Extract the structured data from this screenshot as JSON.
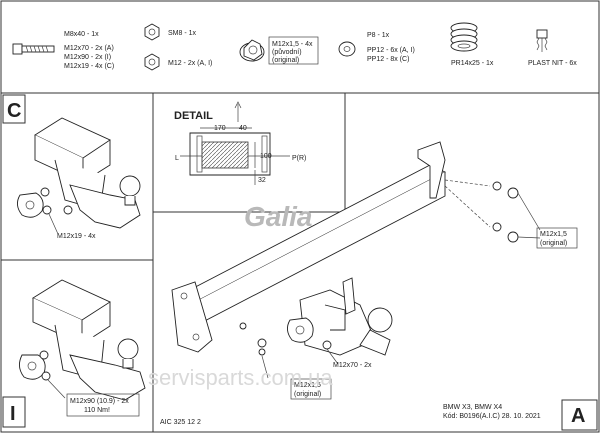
{
  "parts_header": {
    "bolt": {
      "lines": [
        "M8x40 - 1x",
        "M12x70 - 2x (A)",
        "M12x90 - 2x (I)",
        "M12x19 - 4x (C)"
      ],
      "icon": "bolt-icon"
    },
    "nut_sm8": {
      "label": "SM8 - 1x",
      "icon": "nut-icon"
    },
    "nut_m12": {
      "label": "M12 - 2x (A, I)",
      "icon": "nut-icon"
    },
    "flange_nut": {
      "lines": [
        "M12x1,5 - 4x",
        "(původní)",
        "(original)"
      ],
      "icon": "flange-nut-icon"
    },
    "washer": {
      "lines": [
        "P8 - 1x",
        "PP12 - 6x (A, I)",
        "PP12 - 8x (C)"
      ],
      "icon": "washer-icon"
    },
    "spring_washer": {
      "label": "PR14x25 - 1x",
      "icon": "spring-washer-icon"
    },
    "plastic_rivet": {
      "label": "PLAST NIT - 6x",
      "icon": "rivet-icon"
    }
  },
  "panels": {
    "c": {
      "letter": "C",
      "callout": "M12x19 - 4x"
    },
    "i": {
      "letter": "I",
      "callout_lines": [
        "M12x90 (10.9) - 2x",
        "110 Nm!"
      ]
    },
    "a": {
      "letter": "A",
      "callout": "M12x70 - 2x",
      "flange_callout_lines": [
        "M12x1,5",
        "(original)"
      ],
      "flange_callout_top_lines": [
        "M12x1,5",
        "(original)"
      ]
    }
  },
  "detail": {
    "title": "DETAIL",
    "dim_left": "170",
    "dim_right": "40",
    "dim_vert": "100",
    "dim_bottom": "32",
    "left_label": "L",
    "right_label": "P(R)"
  },
  "brand": "Galia",
  "watermark": "servisparts.com.ua",
  "footer": {
    "code": "AIC 325 12 2",
    "vehicle": "BMW X3, BMW X4",
    "kod": "Kód: B0196(A.I.C)  28. 10. 2021"
  }
}
